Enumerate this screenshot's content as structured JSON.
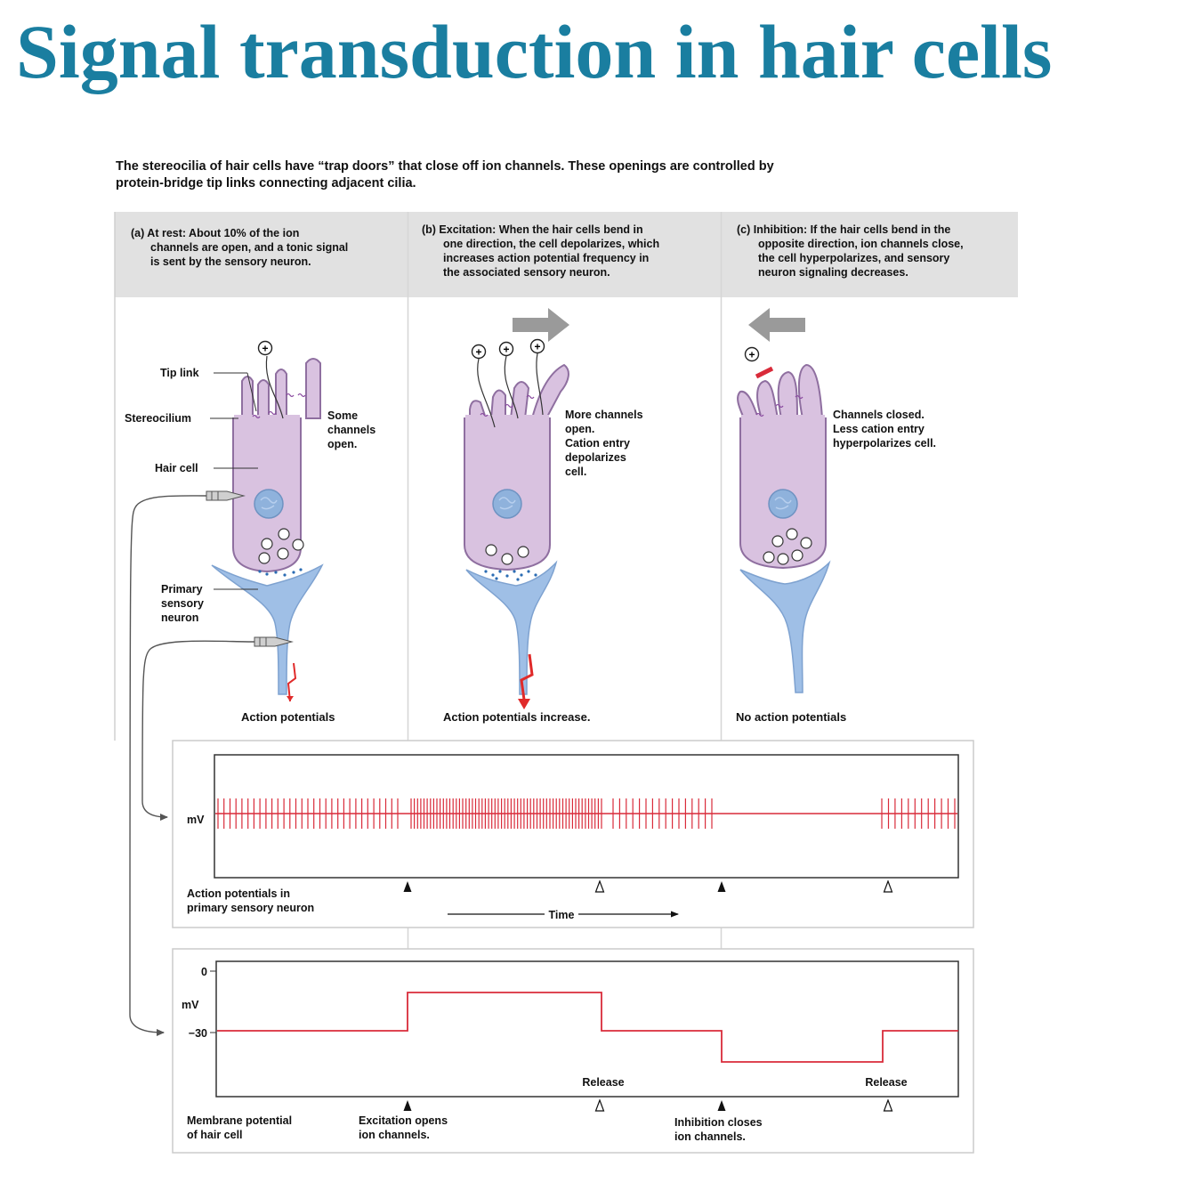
{
  "title": "Signal transduction in hair cells",
  "intro": "The stereocilia of hair cells have “trap doors” that close off ion channels. These openings are controlled by protein-bridge tip links connecting adjacent cilia.",
  "panels": [
    {
      "id": "a",
      "caption_lines": [
        "(a) At rest: About 10% of the ion",
        "channels are open, and a tonic signal",
        "is sent by the sensory neuron."
      ],
      "note_lines": [
        "Some",
        "channels",
        "open."
      ],
      "output_label": "Action potentials"
    },
    {
      "id": "b",
      "caption_lines": [
        "(b) Excitation: When the hair cells bend in",
        "one direction, the cell depolarizes, which",
        "increases action potential frequency in",
        "the associated sensory neuron."
      ],
      "note_lines": [
        "More channels",
        "open.",
        "Cation entry",
        "depolarizes",
        "cell."
      ],
      "output_label": "Action potentials increase."
    },
    {
      "id": "c",
      "caption_lines": [
        "(c) Inhibition: If the hair cells bend in the",
        "opposite direction, ion channels close,",
        "the cell hyperpolarizes, and sensory",
        "neuron signaling decreases."
      ],
      "note_lines": [
        "Channels closed.",
        "Less cation entry",
        "hyperpolarizes cell."
      ],
      "output_label": "No action potentials"
    }
  ],
  "structure_labels": {
    "tip_link": "Tip link",
    "stereocilium": "Stereocilium",
    "hair_cell": "Hair cell",
    "primary_sensory_neuron": [
      "Primary",
      "sensory",
      "neuron"
    ]
  },
  "ion_symbol": "+",
  "action_potential_graph": {
    "ylabel": "mV",
    "caption_lines": [
      "Action potentials in",
      "primary sensory neuron"
    ],
    "xlabel": "Time"
  },
  "membrane_graph": {
    "ylabel": "mV",
    "ticks": [
      "0",
      "−30"
    ],
    "caption_lines": [
      "Membrane potential",
      "of hair cell"
    ],
    "excitation_lines": [
      "Excitation opens",
      "ion channels."
    ],
    "inhibition_lines": [
      "Inhibition closes",
      "ion channels."
    ],
    "release_label": "Release"
  },
  "colors": {
    "title": "#1a7ea0",
    "trace": "#d92b3a",
    "hair_cell": "#d9c2e0",
    "hair_cell_stroke": "#8f6fa0",
    "neuron": "#9fbfe6",
    "panel_header": "#e1e1e1",
    "arrow_gray": "#9a9a9a"
  },
  "chart_data": [
    {
      "type": "spike_train",
      "segments": [
        {
          "phase": "rest",
          "spike_count": 31
        },
        {
          "phase": "excitation",
          "spike_count": 60
        },
        {
          "phase": "after-release",
          "spike_count": 16
        },
        {
          "phase": "inhibition",
          "spike_count": 0
        },
        {
          "phase": "after-release",
          "spike_count": 12
        }
      ],
      "markers": [
        {
          "label": "excitation",
          "style": "filled"
        },
        {
          "label": "release",
          "style": "open"
        },
        {
          "label": "inhibition",
          "style": "filled"
        },
        {
          "label": "release",
          "style": "open"
        }
      ]
    },
    {
      "type": "line",
      "ylim_ticks": [
        0,
        -30
      ],
      "levels": [
        {
          "phase": "rest",
          "level": "resting (−30)"
        },
        {
          "phase": "excitation",
          "level": "depolarized"
        },
        {
          "phase": "after-release",
          "level": "resting (−30)"
        },
        {
          "phase": "inhibition",
          "level": "hyperpolarized"
        },
        {
          "phase": "after-release",
          "level": "resting (−30)"
        }
      ]
    }
  ]
}
